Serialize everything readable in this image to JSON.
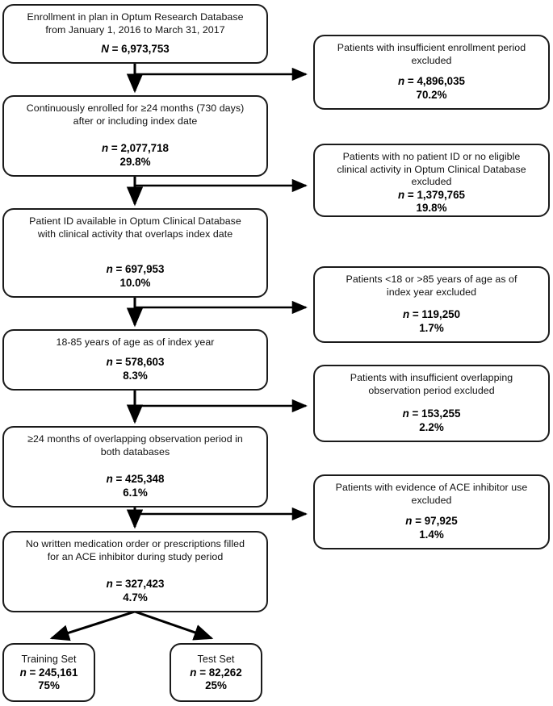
{
  "figure": {
    "type": "flowchart",
    "title": "Patient attrition / cohort selection flow diagram",
    "orientation": "top-to-bottom with right-side exclusion branches"
  },
  "main_nodes": [
    {
      "id": "enrollment",
      "desc_line1": "Enrollment in plan in Optum Research Database",
      "desc_line2": "from January 1, 2016 to March 31, 2017",
      "count_symbol": "N",
      "count_eq": " = ",
      "count_value": "6,973,753",
      "percent": ""
    },
    {
      "id": "continuous-enrollment",
      "desc_line1": "Continuously enrolled for ≥24 months (730 days)",
      "desc_line2": "after or including index date",
      "count_symbol": "n",
      "count_eq": " = ",
      "count_value": "2,077,718",
      "percent": "29.8%"
    },
    {
      "id": "patient-id-available",
      "desc_line1": "Patient ID available in Optum Clinical Database",
      "desc_line2": "with clinical activity that overlaps index date",
      "count_symbol": "n",
      "count_eq": " = ",
      "count_value": "697,953",
      "percent": "10.0%"
    },
    {
      "id": "age-range",
      "desc_line1": "18-85 years of age as of index year",
      "desc_line2": "",
      "count_symbol": "n",
      "count_eq": " = ",
      "count_value": "578,603",
      "percent": "8.3%"
    },
    {
      "id": "overlapping-observation",
      "desc_line1": "≥24 months of overlapping observation period in",
      "desc_line2": "both databases",
      "count_symbol": "n",
      "count_eq": " = ",
      "count_value": "425,348",
      "percent": "6.1%"
    },
    {
      "id": "no-ace-inhibitor",
      "desc_line1": "No written medication order or prescriptions filled",
      "desc_line2": "for an ACE inhibitor during study period",
      "count_symbol": "n",
      "count_eq": " = ",
      "count_value": "327,423",
      "percent": "4.7%"
    }
  ],
  "exclusion_nodes": [
    {
      "id": "excl-enrollment-period",
      "desc_line1": "Patients with insufficient enrollment period",
      "desc_line2": "excluded",
      "desc_line3": "",
      "count_symbol": "n",
      "count_eq": " = ",
      "count_value": "4,896,035",
      "percent": "70.2%"
    },
    {
      "id": "excl-no-patient-id",
      "desc_line1": "Patients with no patient ID or no eligible",
      "desc_line2": "clinical activity in Optum Clinical Database",
      "desc_line3": "excluded",
      "count_symbol": "n",
      "count_eq": " = ",
      "count_value": "1,379,765",
      "percent": "19.8%"
    },
    {
      "id": "excl-age",
      "desc_line1": "Patients <18 or >85 years of age as of",
      "desc_line2": "index year excluded",
      "desc_line3": "",
      "count_symbol": "n",
      "count_eq": " = ",
      "count_value": "119,250",
      "percent": "1.7%"
    },
    {
      "id": "excl-overlapping-observation",
      "desc_line1": "Patients with insufficient overlapping",
      "desc_line2": "observation period excluded",
      "desc_line3": "",
      "count_symbol": "n",
      "count_eq": " = ",
      "count_value": "153,255",
      "percent": "2.2%"
    },
    {
      "id": "excl-ace-inhibitor",
      "desc_line1": "Patients with evidence of ACE inhibitor use",
      "desc_line2": "excluded",
      "desc_line3": "",
      "count_symbol": "n",
      "count_eq": " = ",
      "count_value": "97,925",
      "percent": "1.4%"
    }
  ],
  "terminal_nodes": [
    {
      "id": "training-set",
      "label": "Training Set",
      "count_symbol": "n",
      "count_eq": " = ",
      "count_value": "245,161",
      "percent": "75%"
    },
    {
      "id": "test-set",
      "label": "Test Set",
      "count_symbol": "n",
      "count_eq": " = ",
      "count_value": "82,262",
      "percent": "25%"
    }
  ],
  "colors": {
    "border": "#1a1a1a",
    "text": "#111111",
    "background": "#ffffff",
    "connector": "#000000"
  }
}
